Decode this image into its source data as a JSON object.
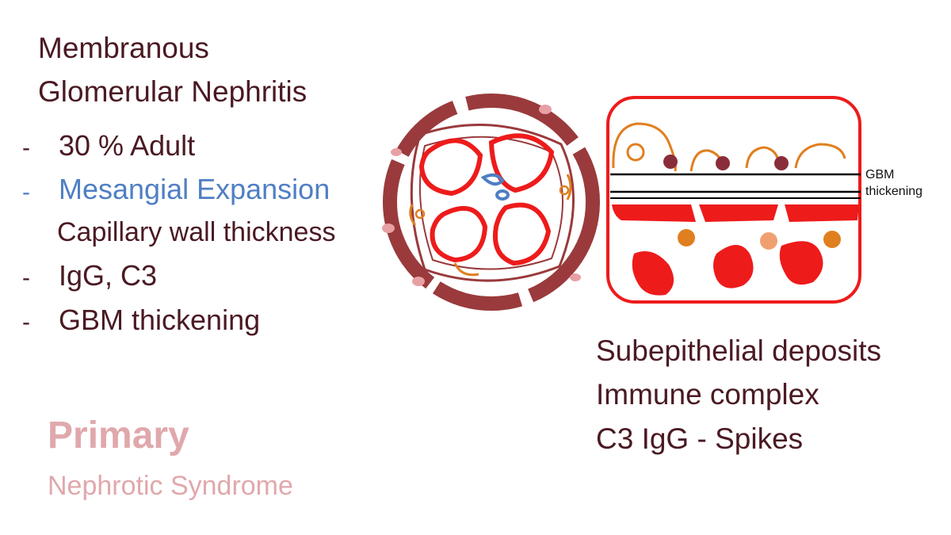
{
  "title": {
    "line1": "Membranous",
    "line2": "Glomerular Nephritis"
  },
  "bullets": [
    {
      "dash": "-",
      "text": "30 % Adult",
      "color": "#4a1a22"
    },
    {
      "dash": "-",
      "text": "Mesangial Expansion",
      "color": "#4f7fc4"
    },
    {
      "dash": "",
      "text": "Capillary wall thickness",
      "color": "#4a1a22"
    },
    {
      "dash": "-",
      "text": "IgG, C3",
      "color": "#4a1a22"
    },
    {
      "dash": "-",
      "text": "GBM thickening",
      "color": "#4a1a22"
    }
  ],
  "primary": {
    "label": "Primary",
    "sub": "Nephrotic Syndrome",
    "color": "#e0a8ac"
  },
  "gbm_label": {
    "line1": "GBM",
    "line2": "thickening"
  },
  "findings": [
    "Subepithelial deposits",
    "Immune complex",
    "C3 IgG - Spikes"
  ],
  "colors": {
    "text": "#4a1a22",
    "capsule": "#9a3a3c",
    "capillary": "#ee1b1b",
    "podocyte": "#e07f1f",
    "mesangial": "#4f7fc4",
    "deposit": "#8a2d3a"
  }
}
